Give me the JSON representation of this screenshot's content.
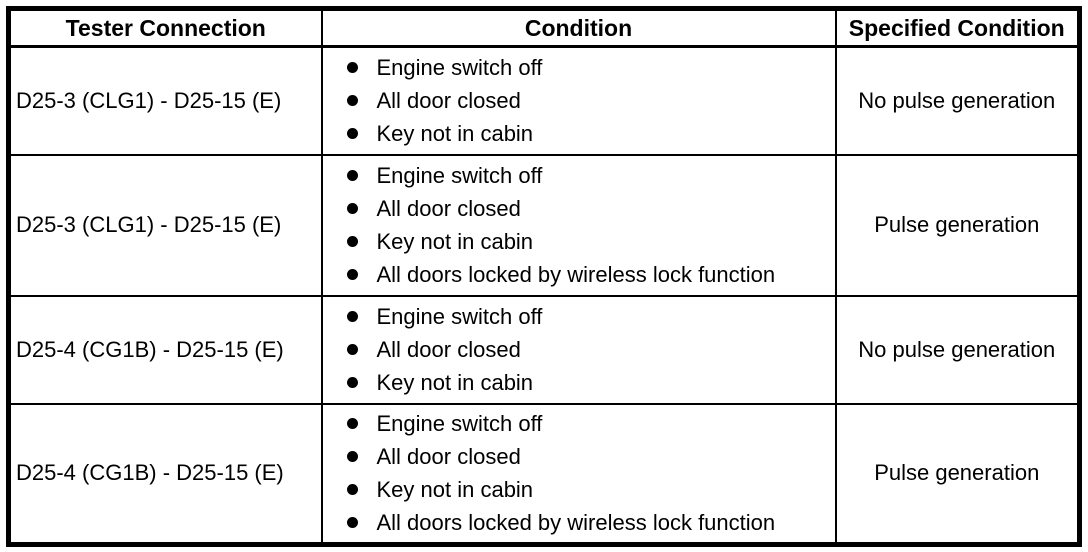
{
  "table": {
    "headers": [
      "Tester Connection",
      "Condition",
      "Specified Condition"
    ],
    "rows": [
      {
        "tester": "D25-3 (CLG1) - D25-15 (E)",
        "conditions": [
          "Engine switch off",
          "All door closed",
          "Key not in cabin"
        ],
        "specified": "No pulse generation"
      },
      {
        "tester": "D25-3 (CLG1) - D25-15 (E)",
        "conditions": [
          "Engine switch off",
          "All door closed",
          "Key not in cabin",
          "All doors locked by wireless lock function"
        ],
        "specified": "Pulse generation"
      },
      {
        "tester": "D25-4 (CG1B) - D25-15 (E)",
        "conditions": [
          "Engine switch off",
          "All door closed",
          "Key not in cabin"
        ],
        "specified": "No pulse generation"
      },
      {
        "tester": "D25-4 (CG1B) - D25-15 (E)",
        "conditions": [
          "Engine switch off",
          "All door closed",
          "Key not in cabin",
          "All doors locked by wireless lock function"
        ],
        "specified": "Pulse generation"
      }
    ],
    "colors": {
      "border": "#000000",
      "text": "#000000",
      "background": "#ffffff"
    }
  }
}
